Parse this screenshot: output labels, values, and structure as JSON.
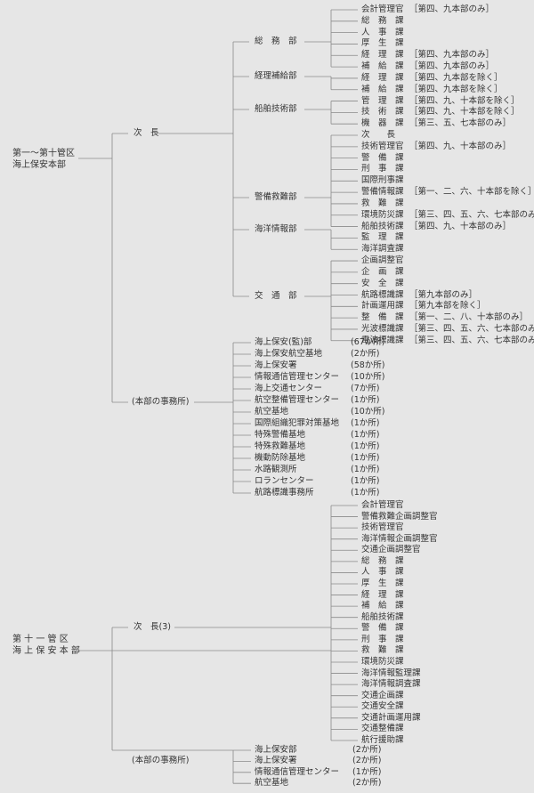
{
  "upper": {
    "hq": [
      "第一〜第十管区",
      "海上保安本部"
    ],
    "vice": "次　長",
    "offices_label": "(本部の事務所)",
    "departments": [
      {
        "name": "総　務　部",
        "units": [
          {
            "name": "会計管理官",
            "note": "［第四、九本部のみ］"
          },
          {
            "name": "総　務　課",
            "note": ""
          },
          {
            "name": "人　事　課",
            "note": ""
          },
          {
            "name": "厚　生　課",
            "note": ""
          },
          {
            "name": "経　理　課",
            "note": "［第四、九本部のみ］"
          },
          {
            "name": "補　給　課",
            "note": "［第四、九本部のみ］"
          }
        ]
      },
      {
        "name": "経理補給部",
        "units": [
          {
            "name": "経　理　課",
            "note": "［第四、九本部を除く］"
          },
          {
            "name": "補　給　課",
            "note": "［第四、九本部を除く］"
          }
        ]
      },
      {
        "name": "船舶技術部",
        "units": [
          {
            "name": "管　理　課",
            "note": "［第四、九、十本部を除く］"
          },
          {
            "name": "技　術　課",
            "note": "［第四、九、十本部を除く］"
          },
          {
            "name": "機　器　課",
            "note": "［第三、五、七本部のみ］"
          }
        ]
      },
      {
        "name": "警備救難部",
        "units": [
          {
            "name": "次　　長",
            "note": ""
          },
          {
            "name": "技術管理官",
            "note": "［第四、九、十本部のみ］"
          },
          {
            "name": "警　備　課",
            "note": ""
          },
          {
            "name": "刑　事　課",
            "note": ""
          },
          {
            "name": "国際刑事課",
            "note": ""
          },
          {
            "name": "警備情報課",
            "note": "［第一、二、六、十本部を除く］"
          },
          {
            "name": "救　難　課",
            "note": ""
          },
          {
            "name": "環境防災課",
            "note": "［第三、四、五、六、七本部のみ］"
          },
          {
            "name": "船舶技術課",
            "note": "［第四、九、十本部のみ］"
          }
        ]
      },
      {
        "name": "海洋情報部",
        "units": [
          {
            "name": "監　理　課",
            "note": ""
          },
          {
            "name": "海洋調査課",
            "note": ""
          }
        ]
      },
      {
        "name": "交　通　部",
        "units": [
          {
            "name": "企画調整官",
            "note": ""
          },
          {
            "name": "企　画　課",
            "note": ""
          },
          {
            "name": "安　全　課",
            "note": ""
          },
          {
            "name": "航路標識課",
            "note": "［第九本部のみ］"
          },
          {
            "name": "計画運用課",
            "note": "［第九本部を除く］"
          },
          {
            "name": "整　備　課",
            "note": "［第一、二、八、十本部のみ］"
          },
          {
            "name": "光波標識課",
            "note": "［第三、四、五、六、七本部のみ］"
          },
          {
            "name": "電波標識課",
            "note": "［第三、四、五、六、七本部のみ］"
          }
        ]
      }
    ],
    "offices": [
      {
        "name": "海上保安(監)部",
        "count": "(67か所)"
      },
      {
        "name": "海上保安航空基地",
        "count": "(2か所)"
      },
      {
        "name": "海上保安署",
        "count": "(58か所)"
      },
      {
        "name": "情報通信管理センター",
        "count": "(10か所)"
      },
      {
        "name": "海上交通センター",
        "count": "(7か所)"
      },
      {
        "name": "航空整備管理センター",
        "count": "(1か所)"
      },
      {
        "name": "航空基地",
        "count": "(10か所)"
      },
      {
        "name": "国際組織犯罪対策基地",
        "count": "(1か所)"
      },
      {
        "name": "特殊警備基地",
        "count": "(1か所)"
      },
      {
        "name": "特殊救難基地",
        "count": "(1か所)"
      },
      {
        "name": "機動防除基地",
        "count": "(1か所)"
      },
      {
        "name": "水路観測所",
        "count": "(1か所)"
      },
      {
        "name": "ロランセンター",
        "count": "(1か所)"
      },
      {
        "name": "航路標識事務所",
        "count": "(1か所)"
      }
    ]
  },
  "lower": {
    "hq": [
      "第 十 一 管 区",
      "海 上 保 安 本 部"
    ],
    "vice": "次　長(3)",
    "offices_label": "(本部の事務所)",
    "units": [
      "会計管理官",
      "警備救難企画調整官",
      "技術管理官",
      "海洋情報企画調整官",
      "交通企画調整官",
      "総　務　課",
      "人　事　課",
      "厚　生　課",
      "経　理　課",
      "補　給　課",
      "船舶技術課",
      "警　備　課",
      "刑　事　課",
      "救　難　課",
      "環境防災課",
      "海洋情報監理課",
      "海洋情報調査課",
      "交通企画課",
      "交通安全課",
      "交通計画運用課",
      "交通整備課",
      "航行援助課"
    ],
    "offices": [
      {
        "name": "海上保安部",
        "count": "(2か所)"
      },
      {
        "name": "海上保安署",
        "count": "(2か所)"
      },
      {
        "name": "情報通信管理センター",
        "count": "(1か所)"
      },
      {
        "name": "航空基地",
        "count": "(2か所)"
      }
    ]
  },
  "colors": {
    "background": "#e6e6e6",
    "line": "#8a8a8a",
    "text": "#333333"
  }
}
